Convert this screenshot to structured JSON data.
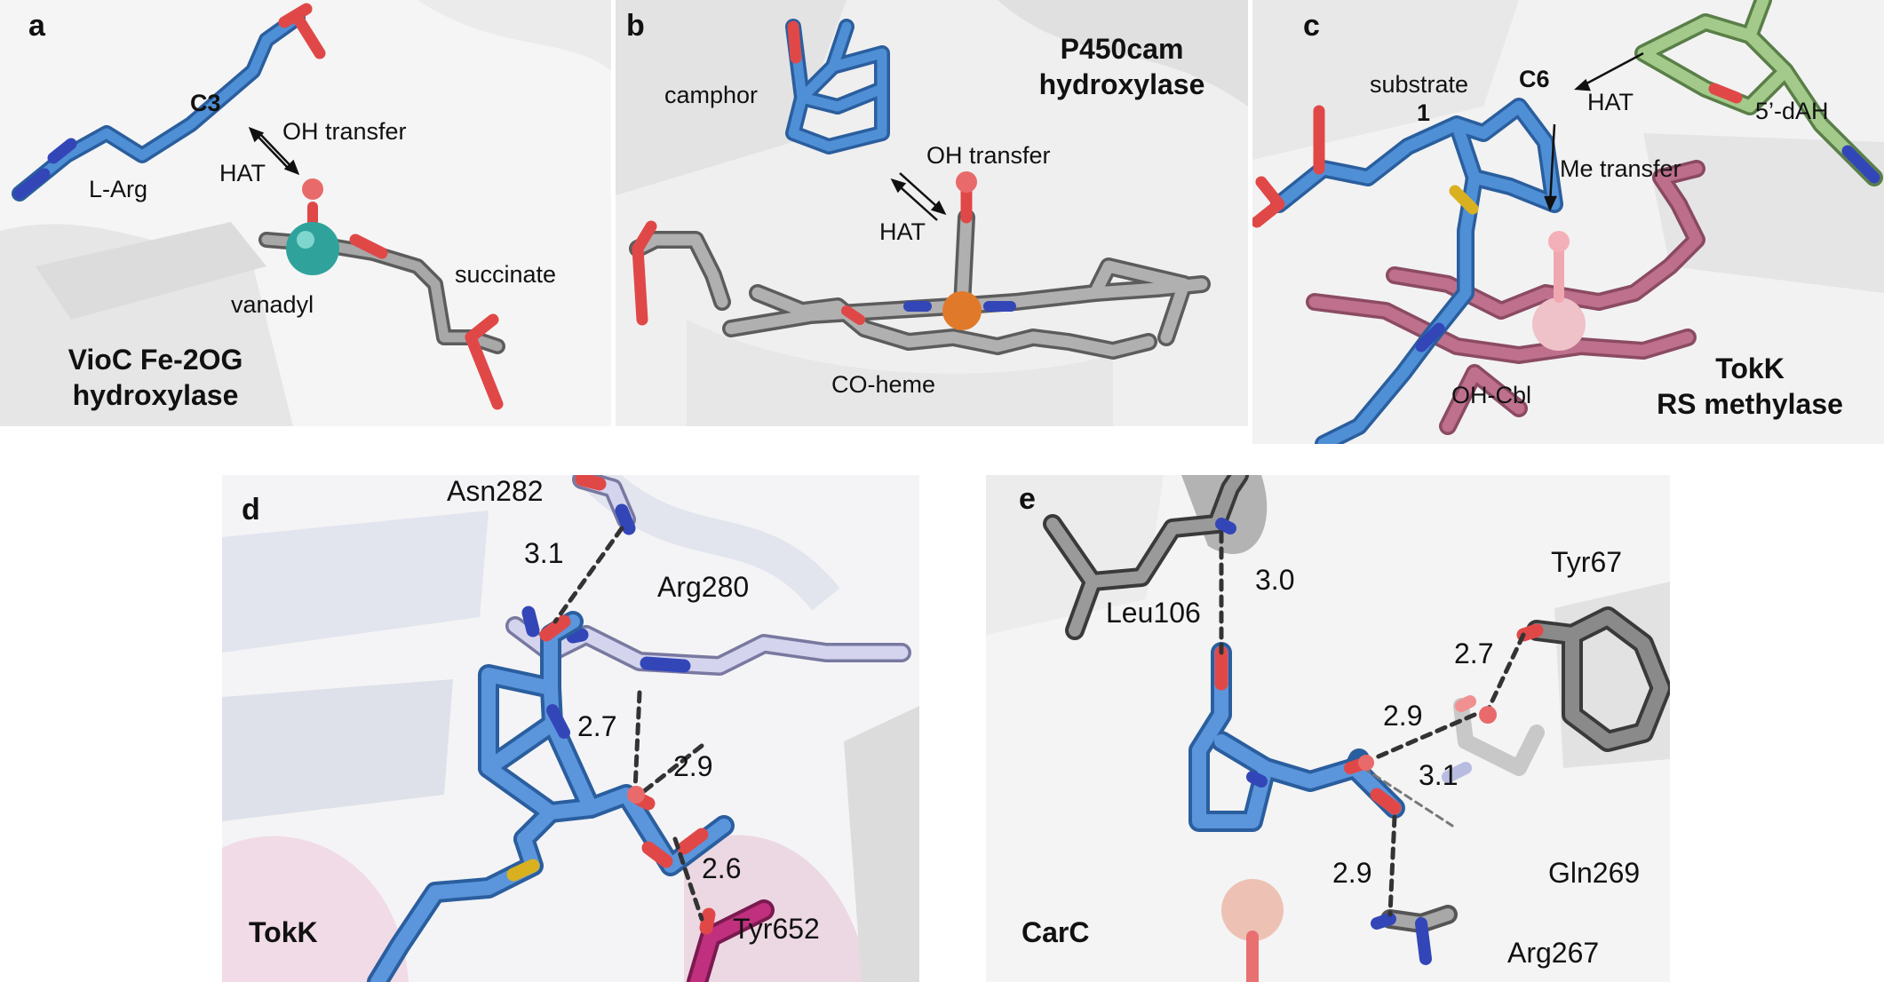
{
  "panels": {
    "a": {
      "letter": "a",
      "c3": "C3",
      "oh_transfer": "OH transfer",
      "hat": "HAT",
      "l_arg": "L-Arg",
      "vanadyl": "vanadyl",
      "succinate": "succinate",
      "title_line1": "VioC Fe-2OG",
      "title_line2": "hydroxylase"
    },
    "b": {
      "letter": "b",
      "title_line1": "P450cam",
      "title_line2": "hydroxylase",
      "camphor": "camphor",
      "oh_transfer": "OH transfer",
      "hat": "HAT",
      "co_heme": "CO-heme"
    },
    "c": {
      "letter": "c",
      "substrate": "substrate",
      "substrate_num": "1",
      "c6": "C6",
      "hat": "HAT",
      "dah": "5’-dAH",
      "me_transfer": "Me transfer",
      "oh_cbl": "OH-Cbl",
      "title_line1": "TokK",
      "title_line2": "RS methylase"
    },
    "d": {
      "letter": "d",
      "asn282": "Asn282",
      "arg280": "Arg280",
      "tyr652": "Tyr652",
      "tokk": "TokK",
      "d_31": "3.1",
      "d_27": "2.7",
      "d_29": "2.9",
      "d_26": "2.6"
    },
    "e": {
      "letter": "e",
      "leu106": "Leu106",
      "tyr67": "Tyr67",
      "gln269": "Gln269",
      "arg267": "Arg267",
      "carc": "CarC",
      "d_30": "3.0",
      "d_27": "2.7",
      "d_29a": "2.9",
      "d_31": "3.1",
      "d_29b": "2.9"
    }
  },
  "colors": {
    "carbon_blue": "#3d7cc9",
    "carbon_grey": "#8e8e8e",
    "oxygen": "#e04848",
    "nitrogen": "#3346b8",
    "sulfur": "#d9b020",
    "vanadium": "#2fa39b",
    "iron": "#e07a2a",
    "cobalt": "#e8aab0",
    "cobalamin": "#a64a6a",
    "lavender": "#c8c8e8",
    "dah_green": "#98c080"
  }
}
